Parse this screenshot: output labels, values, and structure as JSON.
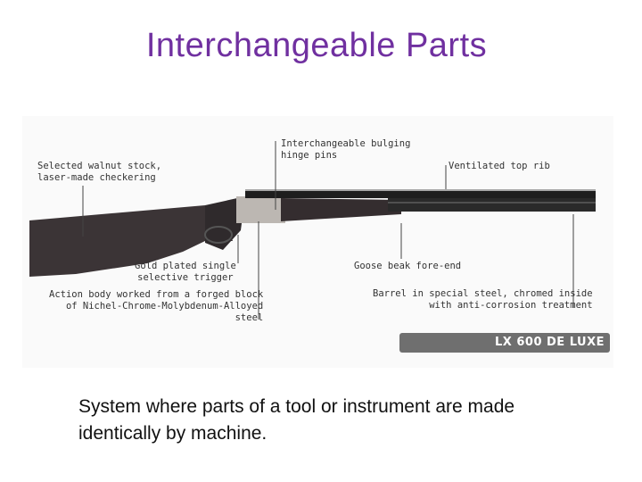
{
  "slide": {
    "title": "Interchangeable Parts",
    "caption": "System where parts of a tool or instrument are made identically by machine."
  },
  "diagram": {
    "callouts": {
      "hinge_pins": "Interchangeable bulging\nhinge pins",
      "walnut_stock": "Selected walnut stock,\nlaser-made checkering",
      "top_rib": "Ventilated top rib",
      "trigger": "Gold plated single\nselective trigger",
      "action_body": "Action body worked from a forged block\nof Nichel-Chrome-Molybdenum-Alloyed\nsteel",
      "fore_end": "Goose beak fore-end",
      "barrel": "Barrel in special steel, chromed inside\nwith anti-corrosion treatment"
    },
    "model_name": "LX 600 DE LUXE"
  }
}
